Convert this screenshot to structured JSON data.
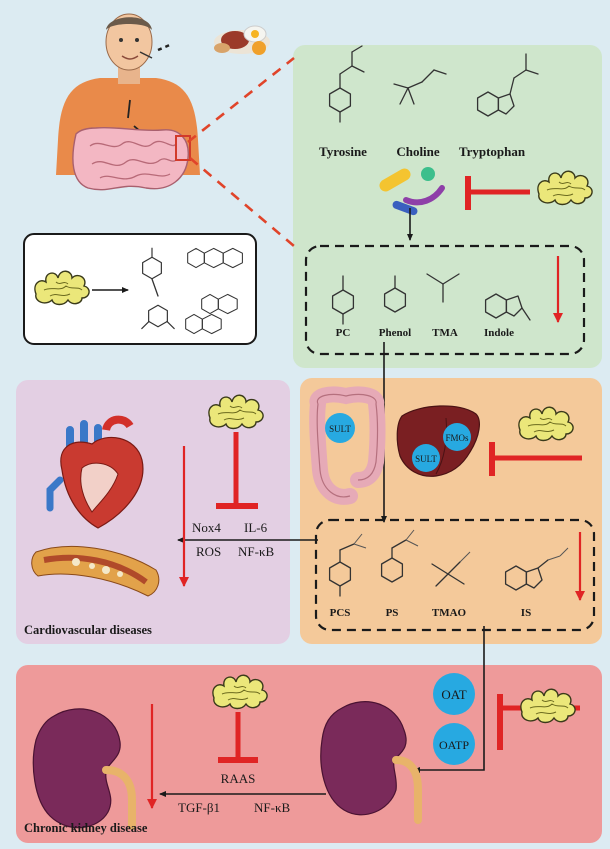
{
  "colors": {
    "background": "#dcebf2",
    "gut_panel": "#cfe6cc",
    "cv_panel": "#e3cfe3",
    "liver_panel": "#f4c99a",
    "kidney_panel": "#ee9a9a",
    "inhibit_red": "#e02424",
    "enzyme_blue": "#27a9e1"
  },
  "icons": [
    "person-eating-icon",
    "food-icon",
    "intestine-icon",
    "gut-bacteria-icon",
    "herb-icon",
    "colon-icon",
    "liver-icon",
    "heart-icon",
    "artery-plaque-icon",
    "kidney-icon"
  ],
  "precursors": [
    "Tyrosine",
    "Choline",
    "Tryptophan"
  ],
  "precursor_metabolites": [
    "PC",
    "Phenol",
    "TMA",
    "Indole"
  ],
  "enzymes": {
    "colon": "SULT",
    "liver": [
      "FMOs",
      "SULT"
    ],
    "transporters": [
      "OAT",
      "OATP"
    ]
  },
  "uremic_toxins": [
    "PCS",
    "PS",
    "TMAO",
    "IS"
  ],
  "cardiovascular": {
    "mediators": [
      "Nox4",
      "IL-6",
      "ROS",
      "NF-κB"
    ],
    "disease": "Cardiovascular diseases"
  },
  "kidney": {
    "mediators": [
      "RAAS",
      "TGF-β1",
      "NF-κB"
    ],
    "disease": "Chronic kidney disease"
  }
}
